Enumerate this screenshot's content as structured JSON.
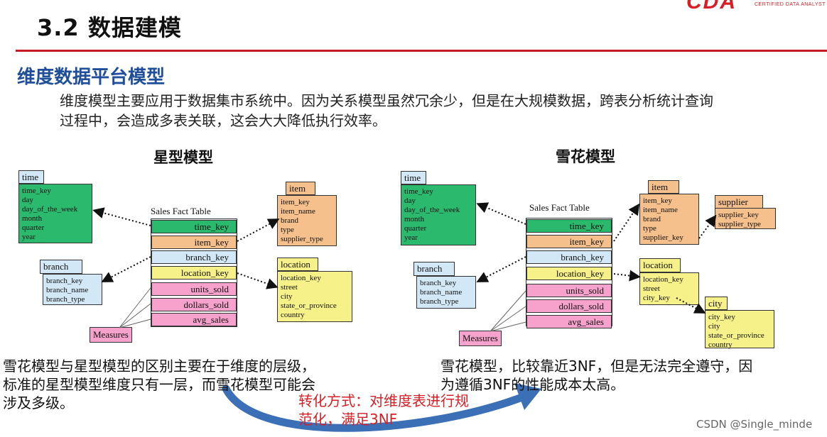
{
  "header": {
    "title": "3.2 数据建模",
    "logo_text": "CDA",
    "logo_sub": "CERTIFIED DATA ANALYST"
  },
  "section": {
    "subtitle": "维度数据平台模型",
    "paragraph_line1": "维度模型主要应用于数据集市系统中。因为关系模型虽然冗余少，但是在大规模数据，跨表分析统计查询",
    "paragraph_line2": "过程中，会造成多表关联，这会大大降低执行效率。"
  },
  "star": {
    "title": "星型模型",
    "time": {
      "header": "time",
      "fields": [
        "time_key",
        "day",
        "day_of_the_week",
        "month",
        "quarter",
        "year"
      ]
    },
    "item": {
      "header": "item",
      "fields": [
        "item_key",
        "item_name",
        "brand",
        "type",
        "supplier_type"
      ]
    },
    "branch": {
      "header": "branch",
      "fields": [
        "branch_key",
        "branch_name",
        "branch_type"
      ]
    },
    "location": {
      "header": "location",
      "fields": [
        "location_key",
        "street",
        "city",
        "state_or_province",
        "country"
      ]
    },
    "fact_title": "Sales Fact Table",
    "fact_fields": [
      "time_key",
      "item_key",
      "branch_key",
      "location_key",
      "units_sold",
      "dollars_sold",
      "avg_sales"
    ],
    "measures": "Measures"
  },
  "snowflake": {
    "title": "雪花模型",
    "time": {
      "header": "time",
      "fields": [
        "time_key",
        "day",
        "day_of_the_week",
        "month",
        "quarter",
        "year"
      ]
    },
    "item": {
      "header": "item",
      "fields": [
        "item_key",
        "item_name",
        "brand",
        "type",
        "supplier_key"
      ]
    },
    "supplier": {
      "header": "supplier",
      "fields": [
        "supplier_key",
        "supplier_type"
      ]
    },
    "branch": {
      "header": "branch",
      "fields": [
        "branch_key",
        "branch_name",
        "branch_type"
      ]
    },
    "location": {
      "header": "location",
      "fields": [
        "location_key",
        "street",
        "city_key"
      ]
    },
    "city": {
      "header": "city",
      "fields": [
        "city_key",
        "city",
        "state_or_province",
        "country"
      ]
    },
    "fact_title": "Sales Fact Table",
    "fact_fields": [
      "time_key",
      "item_key",
      "branch_key",
      "location_key",
      "units_sold",
      "dollars_sold",
      "avg_sales"
    ],
    "measures": "Measures"
  },
  "bottom": {
    "left_line1": "雪花模型与星型模型的区别主要在于维度的层级，",
    "left_line2": "标准的星型模型维度只有一层，而雪花模型可能会",
    "left_line3": "涉及多级。",
    "right_line1": "雪花模型，比较靠近3NF，但是无法完全遵守，因",
    "right_line2": "为遵循3NF的性能成本太高。",
    "convert_line1": "转化方式：对维度表进行规",
    "convert_line2": "范化，满足3NF",
    "watermark": "CSDN @Single_minde"
  },
  "colors": {
    "title_red_line": "#c51b23",
    "subtitle_blue": "#1f4e9a",
    "accent_red": "#d61f26",
    "arrow_blue": "#3b6fb6",
    "time_green": "#2bb96e",
    "item_orange": "#f6c08c",
    "location_yellow": "#f7f18a",
    "branch_lightblue": "#d3e8f7",
    "measure_pink": "#f7a2cc"
  }
}
